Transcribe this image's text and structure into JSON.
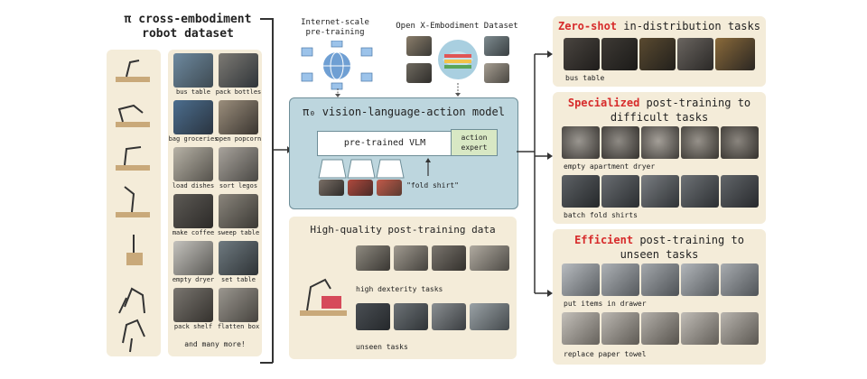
{
  "left": {
    "title_line1": "π cross-embodiment",
    "title_line2": "robot dataset",
    "tasks": [
      {
        "left": "bus table",
        "right": "pack bottles"
      },
      {
        "left": "bag groceries",
        "right": "open popcorn"
      },
      {
        "left": "load dishes",
        "right": "sort legos"
      },
      {
        "left": "make coffee",
        "right": "sweep table"
      },
      {
        "left": "empty dryer",
        "right": "set table"
      },
      {
        "left": "pack shelf",
        "right": "flatten box"
      }
    ],
    "more": "and many more!"
  },
  "top": {
    "internet_line1": "Internet-scale",
    "internet_line2": "pre-training",
    "oxe": "Open X-Embodiment Dataset"
  },
  "model": {
    "title": "π₀ vision-language-action model",
    "vlm": "pre-trained VLM",
    "expert_line1": "action",
    "expert_line2": "expert",
    "prompt": "\"fold shirt\""
  },
  "posttrain": {
    "title": "High-quality post-training data",
    "row1": "high dexterity tasks",
    "row2": "unseen tasks"
  },
  "right": {
    "p1": {
      "hl": "Zero-shot",
      "rest": " in-distribution tasks",
      "cap": "bus table"
    },
    "p2": {
      "hl": "Specialized",
      "rest": " post-training to",
      "line2": "difficult tasks",
      "cap1": "empty apartment dryer",
      "cap2": "batch fold shirts"
    },
    "p3": {
      "hl": "Efficient",
      "rest": " post-training to",
      "line2": "unseen tasks",
      "cap1": "put items in drawer",
      "cap2": "replace paper towel"
    }
  },
  "colors": {
    "panel": "#f4ecd9",
    "model_box": "#bdd6de",
    "expert": "#d8e8c4",
    "highlight": "#d72b2b"
  }
}
